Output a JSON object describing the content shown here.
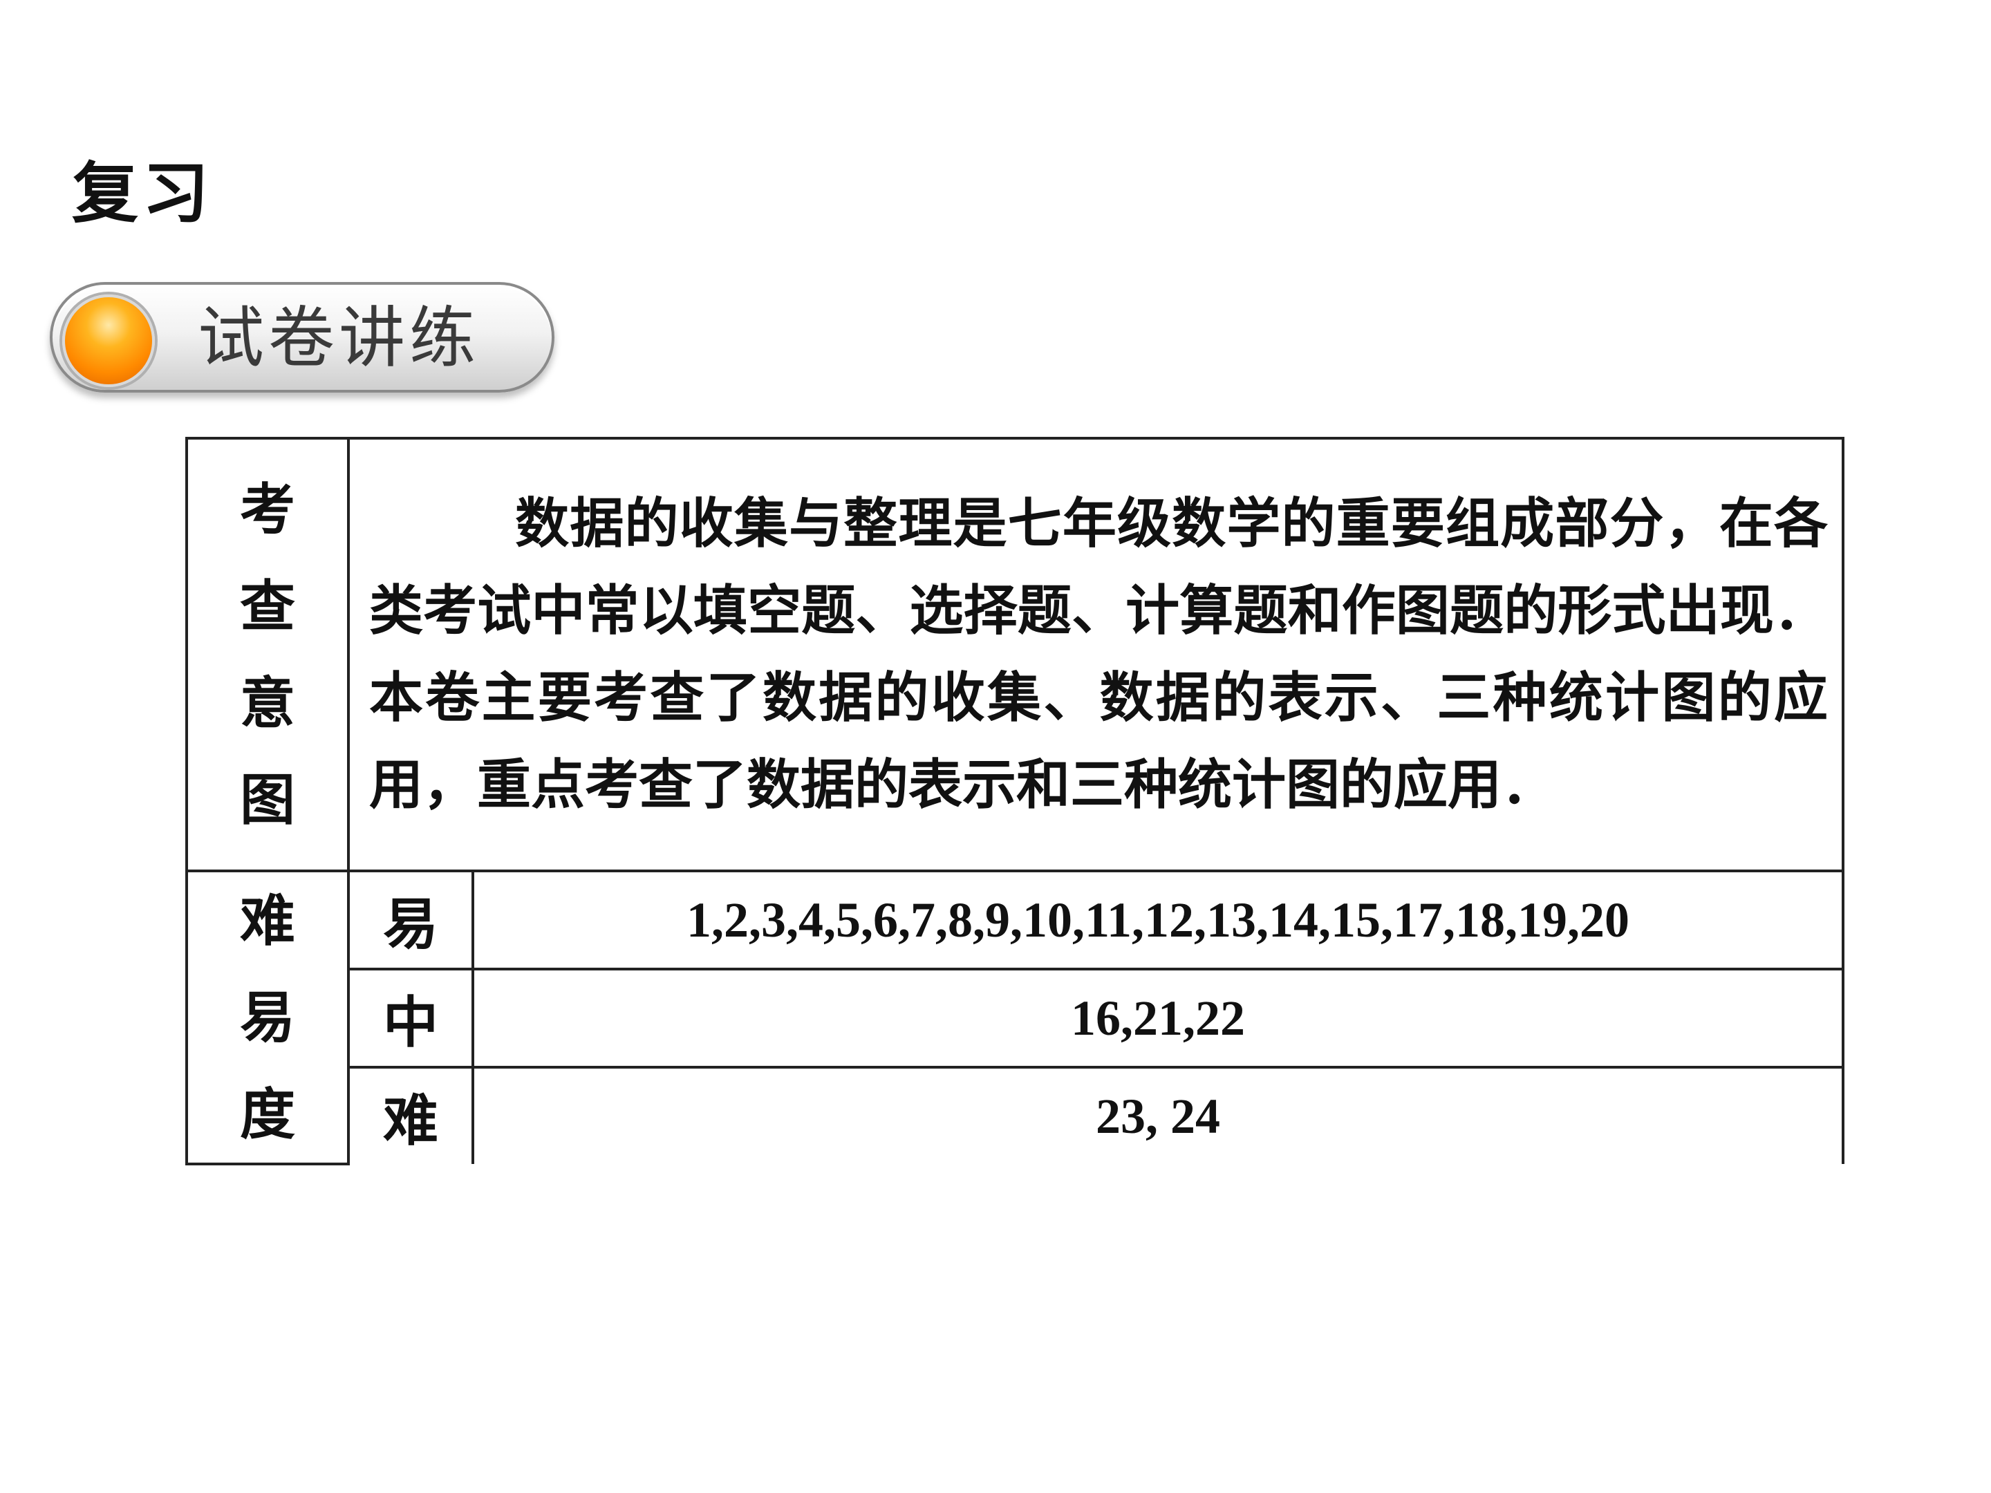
{
  "header": {
    "title": "复习"
  },
  "section": {
    "label": "试卷讲练"
  },
  "table": {
    "intent": {
      "label_chars": [
        "考",
        "查",
        "意",
        "图"
      ],
      "text": "数据的收集与整理是七年级数学的重要组成部分，在各类考试中常以填空题、选择题、计算题和作图题的形式出现．本卷主要考查了数据的收集、数据的表示、三种统计图的应用，重点考查了数据的表示和三种统计图的应用．"
    },
    "difficulty": {
      "label_chars": [
        "难",
        "易",
        "度"
      ],
      "rows": [
        {
          "level": "易",
          "questions": "1,2,3,4,5,6,7,8,9,10,11,12,13,14,15,17,18,19,20"
        },
        {
          "level": "中",
          "questions": "16,21,22"
        },
        {
          "level": "难",
          "questions": "23, 24"
        }
      ]
    }
  },
  "colors": {
    "accent_orange": "#ff8a00",
    "pill_border": "#8a8a8a",
    "table_border": "#222222"
  }
}
